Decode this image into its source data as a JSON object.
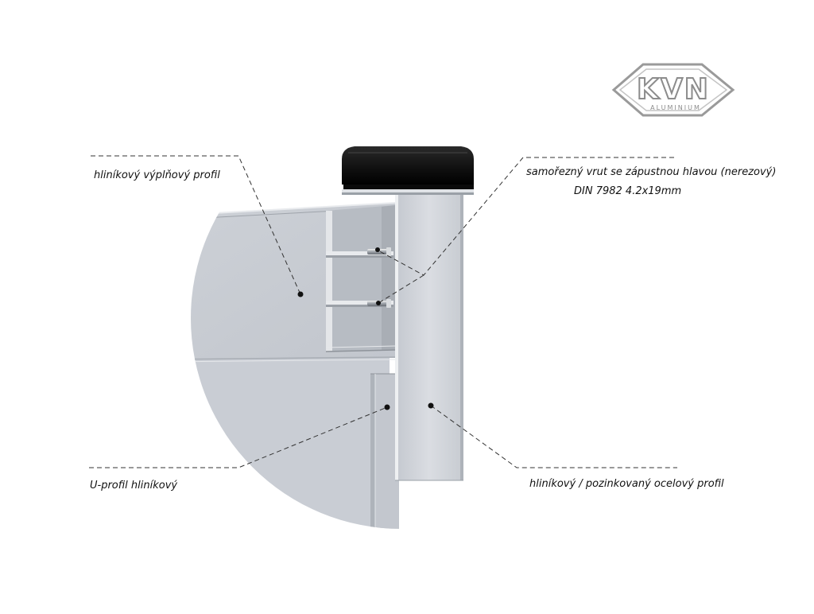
{
  "logo": {
    "text": "KVN",
    "subtext": "ALUMINIUM"
  },
  "labels": {
    "infill_profile": "hliníkový výplňový profil",
    "screw_line1": "samořezný vrut se zápustnou hlavou (nerezový)",
    "screw_line2": "DIN 7982 4.2x19mm",
    "u_profile": "U-profil hliníkový",
    "post_profile": "hliníkový / pozinkovaný ocelový profil"
  },
  "colors": {
    "panel": "#c9cdd4",
    "post": "#d4d7dc",
    "cap": "#141414",
    "leader": "#333333",
    "logo": "#9a9a9a"
  }
}
